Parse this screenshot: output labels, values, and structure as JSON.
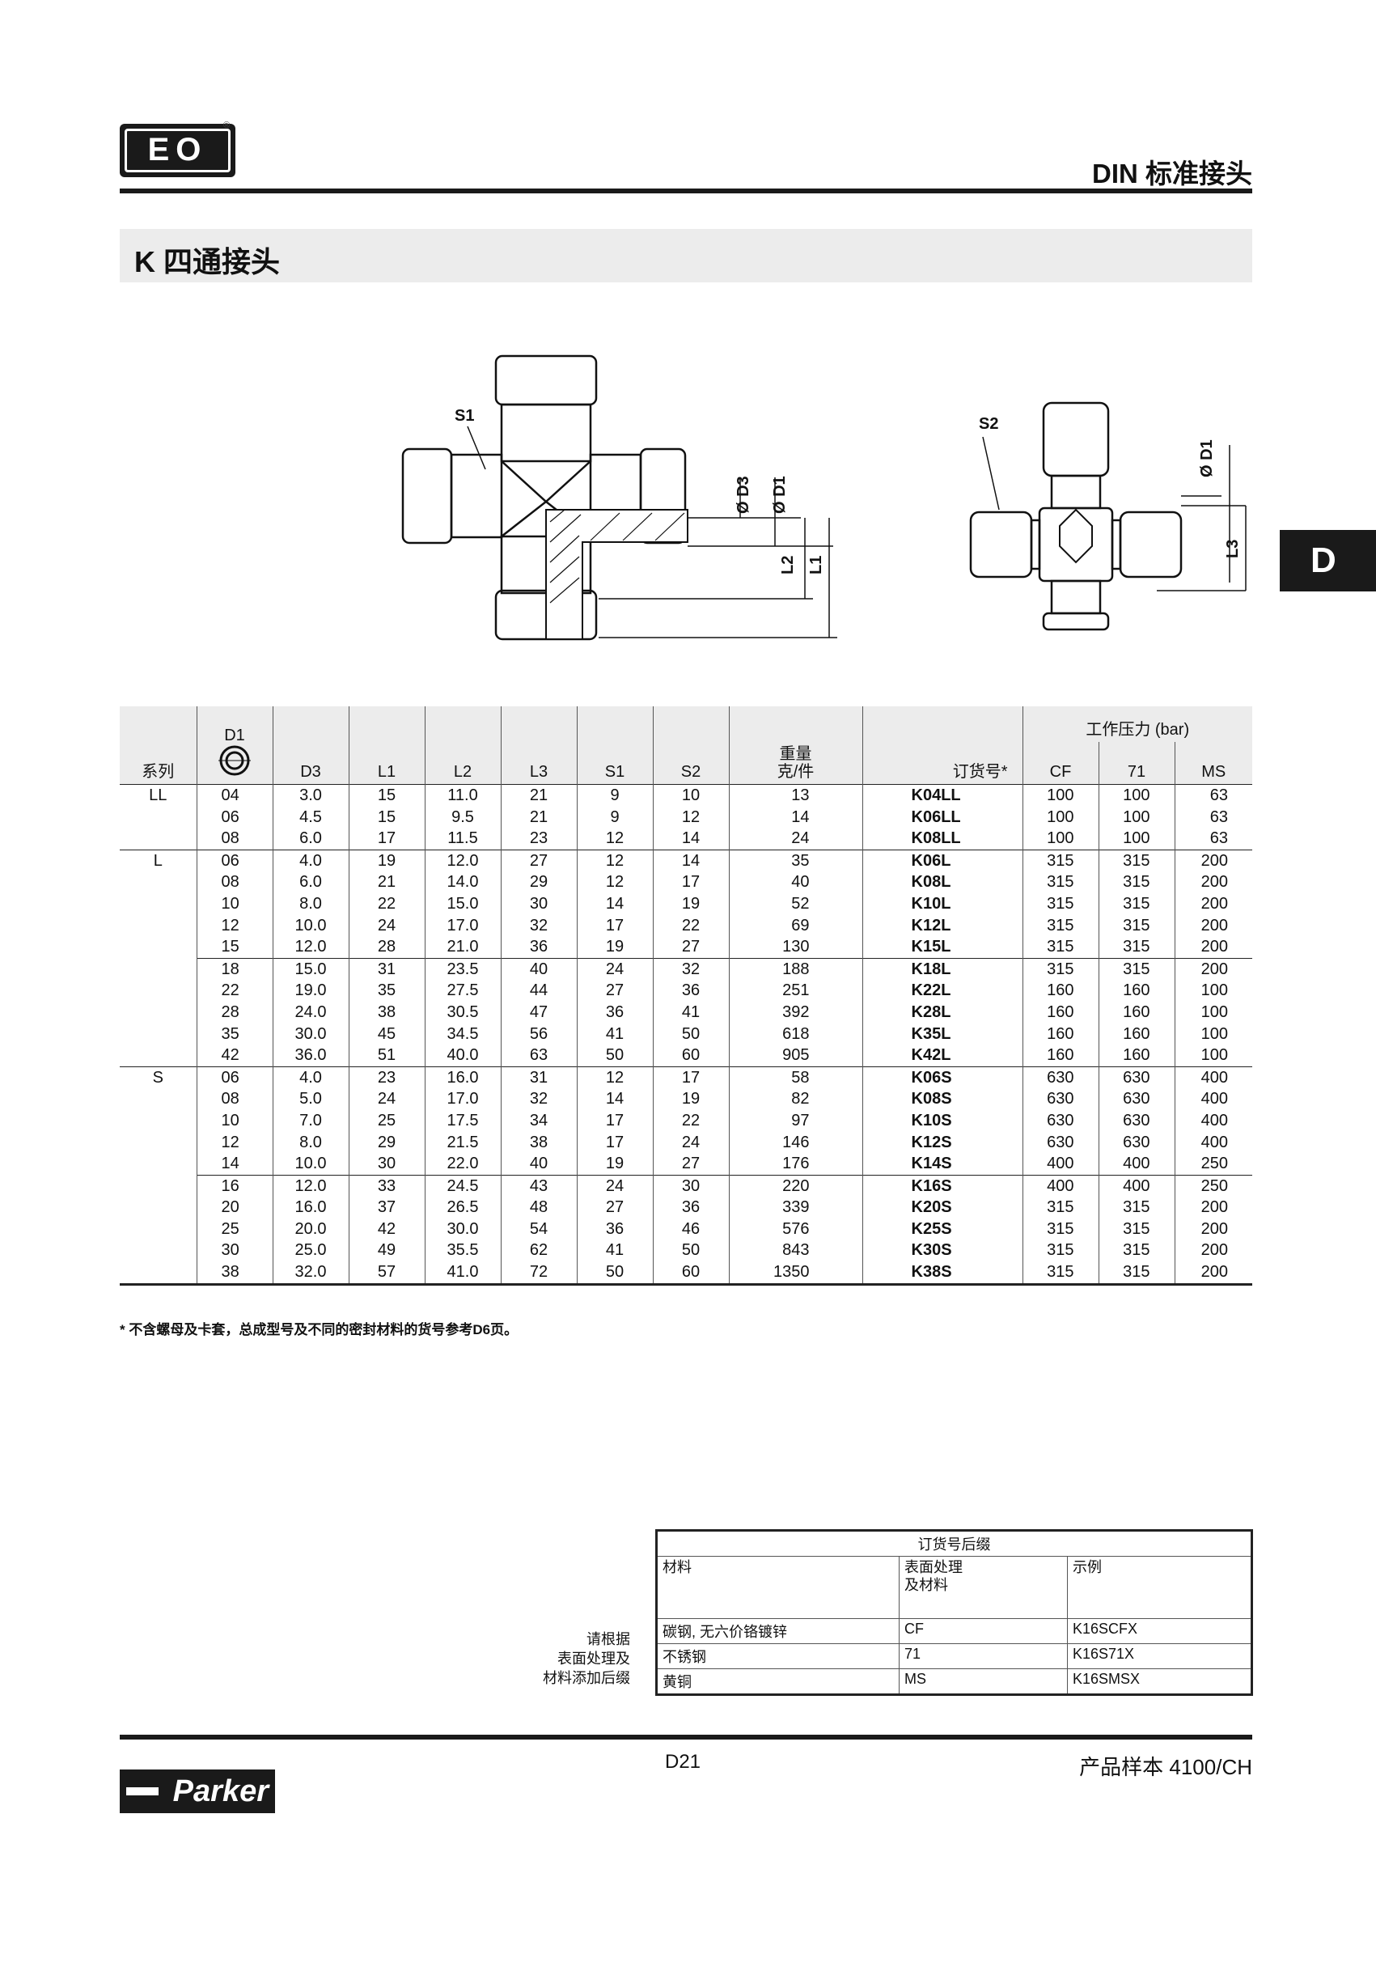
{
  "header": {
    "logo_text": "EO",
    "logo_reg": "®",
    "title": "DIN 标准接头"
  },
  "section": {
    "title": "K  四通接头"
  },
  "side_tab": "D",
  "drawings": {
    "left_labels": [
      "S1",
      "Ø D3",
      "Ø D1",
      "L2",
      "L1"
    ],
    "right_labels": [
      "S2",
      "Ø D1",
      "L3"
    ]
  },
  "table": {
    "header": {
      "d1": "D1",
      "series": "系列",
      "d3": "D3",
      "l1": "L1",
      "l2": "L2",
      "l3": "L3",
      "s1": "S1",
      "s2": "S2",
      "weight_1": "重量",
      "weight_2": "克/件",
      "order": "订货号*",
      "pressure": "工作压力 (bar)",
      "cf": "CF",
      "p71": "71",
      "ms": "MS"
    },
    "groups": [
      {
        "series": "LL",
        "blocks": [
          [
            [
              "04",
              "3.0",
              "15",
              "11.0",
              "21",
              "9",
              "10",
              "13",
              "K04LL",
              "100",
              "100",
              "63"
            ],
            [
              "06",
              "4.5",
              "15",
              "9.5",
              "21",
              "9",
              "12",
              "14",
              "K06LL",
              "100",
              "100",
              "63"
            ],
            [
              "08",
              "6.0",
              "17",
              "11.5",
              "23",
              "12",
              "14",
              "24",
              "K08LL",
              "100",
              "100",
              "63"
            ]
          ]
        ]
      },
      {
        "series": "L",
        "blocks": [
          [
            [
              "06",
              "4.0",
              "19",
              "12.0",
              "27",
              "12",
              "14",
              "35",
              "K06L",
              "315",
              "315",
              "200"
            ],
            [
              "08",
              "6.0",
              "21",
              "14.0",
              "29",
              "12",
              "17",
              "40",
              "K08L",
              "315",
              "315",
              "200"
            ],
            [
              "10",
              "8.0",
              "22",
              "15.0",
              "30",
              "14",
              "19",
              "52",
              "K10L",
              "315",
              "315",
              "200"
            ],
            [
              "12",
              "10.0",
              "24",
              "17.0",
              "32",
              "17",
              "22",
              "69",
              "K12L",
              "315",
              "315",
              "200"
            ],
            [
              "15",
              "12.0",
              "28",
              "21.0",
              "36",
              "19",
              "27",
              "130",
              "K15L",
              "315",
              "315",
              "200"
            ]
          ],
          [
            [
              "18",
              "15.0",
              "31",
              "23.5",
              "40",
              "24",
              "32",
              "188",
              "K18L",
              "315",
              "315",
              "200"
            ],
            [
              "22",
              "19.0",
              "35",
              "27.5",
              "44",
              "27",
              "36",
              "251",
              "K22L",
              "160",
              "160",
              "100"
            ],
            [
              "28",
              "24.0",
              "38",
              "30.5",
              "47",
              "36",
              "41",
              "392",
              "K28L",
              "160",
              "160",
              "100"
            ],
            [
              "35",
              "30.0",
              "45",
              "34.5",
              "56",
              "41",
              "50",
              "618",
              "K35L",
              "160",
              "160",
              "100"
            ],
            [
              "42",
              "36.0",
              "51",
              "40.0",
              "63",
              "50",
              "60",
              "905",
              "K42L",
              "160",
              "160",
              "100"
            ]
          ]
        ]
      },
      {
        "series": "S",
        "blocks": [
          [
            [
              "06",
              "4.0",
              "23",
              "16.0",
              "31",
              "12",
              "17",
              "58",
              "K06S",
              "630",
              "630",
              "400"
            ],
            [
              "08",
              "5.0",
              "24",
              "17.0",
              "32",
              "14",
              "19",
              "82",
              "K08S",
              "630",
              "630",
              "400"
            ],
            [
              "10",
              "7.0",
              "25",
              "17.5",
              "34",
              "17",
              "22",
              "97",
              "K10S",
              "630",
              "630",
              "400"
            ],
            [
              "12",
              "8.0",
              "29",
              "21.5",
              "38",
              "17",
              "24",
              "146",
              "K12S",
              "630",
              "630",
              "400"
            ],
            [
              "14",
              "10.0",
              "30",
              "22.0",
              "40",
              "19",
              "27",
              "176",
              "K14S",
              "400",
              "400",
              "250"
            ]
          ],
          [
            [
              "16",
              "12.0",
              "33",
              "24.5",
              "43",
              "24",
              "30",
              "220",
              "K16S",
              "400",
              "400",
              "250"
            ],
            [
              "20",
              "16.0",
              "37",
              "26.5",
              "48",
              "27",
              "36",
              "339",
              "K20S",
              "315",
              "315",
              "200"
            ],
            [
              "25",
              "20.0",
              "42",
              "30.0",
              "54",
              "36",
              "46",
              "576",
              "K25S",
              "315",
              "315",
              "200"
            ],
            [
              "30",
              "25.0",
              "49",
              "35.5",
              "62",
              "41",
              "50",
              "843",
              "K30S",
              "315",
              "315",
              "200"
            ],
            [
              "38",
              "32.0",
              "57",
              "41.0",
              "72",
              "50",
              "60",
              "1350",
              "K38S",
              "315",
              "315",
              "200"
            ]
          ]
        ]
      }
    ]
  },
  "footnote": "* 不含螺母及卡套，总成型号及不同的密封材料的货号参考D6页。",
  "suffix": {
    "notes": [
      "请根据",
      "表面处理及",
      "材料添加后缀"
    ],
    "caption": "订货号后缀",
    "headers": [
      "材料",
      "表面处理\n及材料",
      "示例"
    ],
    "rows": [
      [
        "碳钢, 无六价铬镀锌",
        "CF",
        "K16SCFX"
      ],
      [
        "不锈钢",
        "71",
        "K16S71X"
      ],
      [
        "黄铜",
        "MS",
        "K16SMSX"
      ]
    ]
  },
  "footer": {
    "page": "D21",
    "catalog": "产品样本  4100/CH",
    "brand": "Parker"
  }
}
